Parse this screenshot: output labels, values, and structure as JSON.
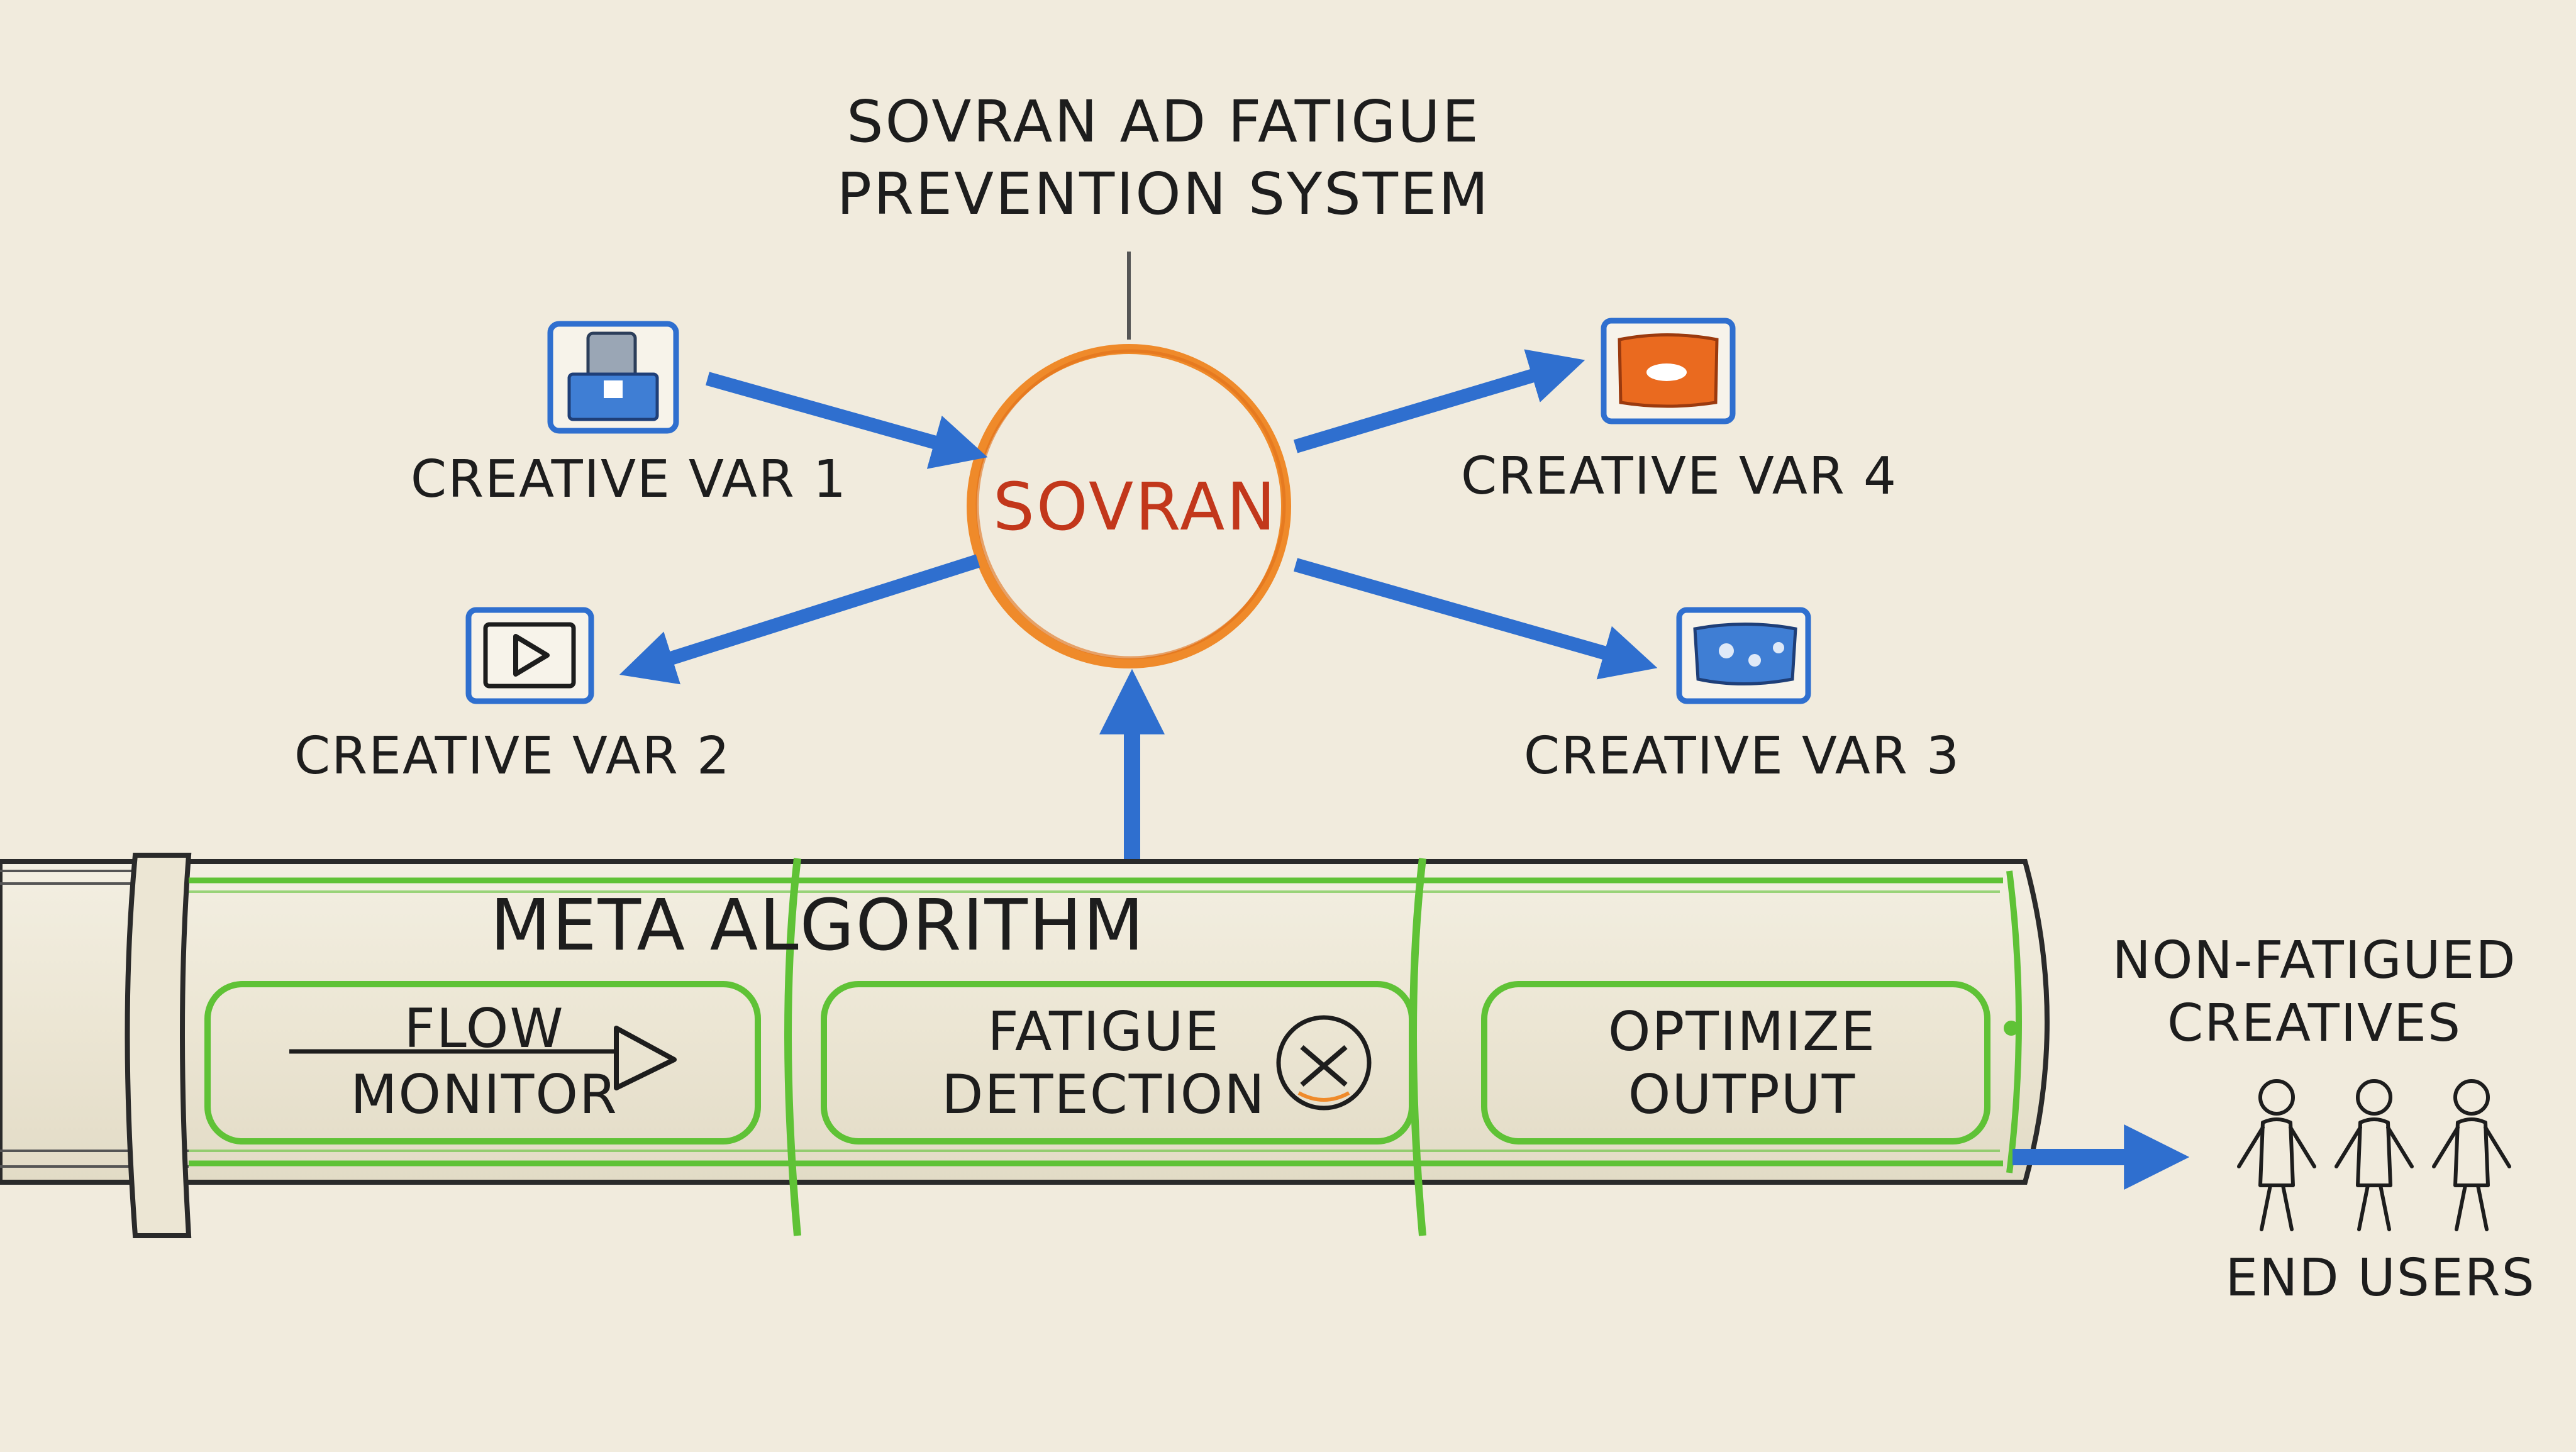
{
  "title_lines": [
    "SOVRAN AD FATIGUE",
    "PREVENTION SYSTEM"
  ],
  "hub": {
    "label": "SOVRAN"
  },
  "creatives": [
    {
      "label": "CREATIVE VAR 1",
      "icon": "user-at-laptop-icon"
    },
    {
      "label": "CREATIVE VAR 2",
      "icon": "video-play-icon"
    },
    {
      "label": "CREATIVE VAR 3",
      "icon": "banner-ad-monitor-icon"
    },
    {
      "label": "CREATIVE VAR 4",
      "icon": "image-ad-icon"
    }
  ],
  "pipeline": {
    "title": "META ALGORITHM",
    "stages": [
      {
        "lines": [
          "FLOW",
          "MONITOR"
        ],
        "icon": "flow-arrow-icon"
      },
      {
        "lines": [
          "FATIGUE",
          "DETECTION"
        ],
        "icon": "fatigue-x-icon"
      },
      {
        "lines": [
          "OPTIMIZE",
          "OUTPUT"
        ]
      }
    ]
  },
  "output": {
    "lines": [
      "NON-FATIGUED",
      "CREATIVES"
    ],
    "users_label": "END USERS",
    "user_count": 3
  },
  "colors": {
    "accent_blue": "#2f6fcf",
    "hub_orange": "#ef8a2a",
    "hub_text": "#c2371b",
    "pipe_green": "#5fc236",
    "ink": "#1d1d1d",
    "paper": "#f1ebdd"
  }
}
